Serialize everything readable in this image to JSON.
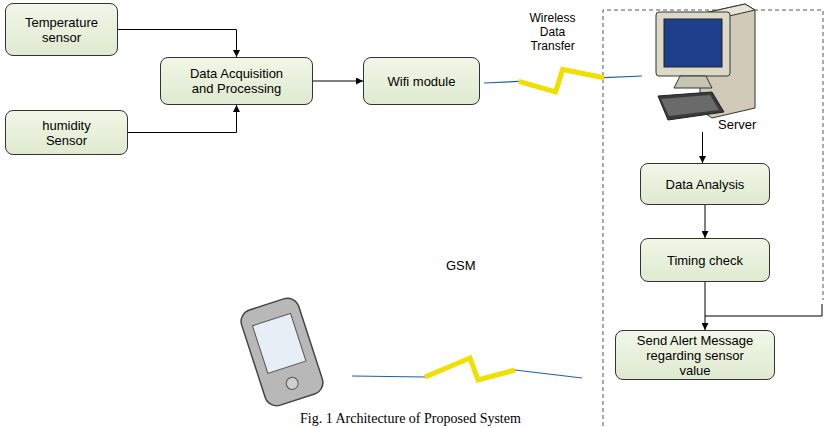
{
  "diagram": {
    "caption": "Fig. 1 Architecture of Proposed System",
    "nodes": [
      {
        "text": [
          "Temperature sensor"
        ]
      },
      {
        "text": [
          "humidity Sensor"
        ]
      },
      {
        "text": [
          "Data Acquisition and Processing"
        ]
      },
      {
        "text": [
          "Wifi module"
        ]
      },
      {
        "text": [
          "Server"
        ]
      },
      {
        "text": [
          "Data Analysis"
        ]
      },
      {
        "text": [
          "Timing check"
        ]
      },
      {
        "text": [
          "Send Alert Message regarding sensor value"
        ]
      }
    ],
    "edges": [
      {
        "from": 0,
        "to": 2,
        "arrow": "to"
      },
      {
        "from": 1,
        "to": 2,
        "arrow": "to"
      },
      {
        "from": 2,
        "to": 3,
        "arrow": "to"
      },
      {
        "from": 3,
        "to": 4,
        "label": "Wireless Data Transfer",
        "arrow": "none"
      },
      {
        "from": 4,
        "to": 5,
        "arrow": "to"
      },
      {
        "from": 5,
        "to": 6,
        "arrow": "to"
      },
      {
        "from": 6,
        "to": 7,
        "arrow": "to"
      }
    ],
    "labels": [
      "GSM"
    ]
  }
}
